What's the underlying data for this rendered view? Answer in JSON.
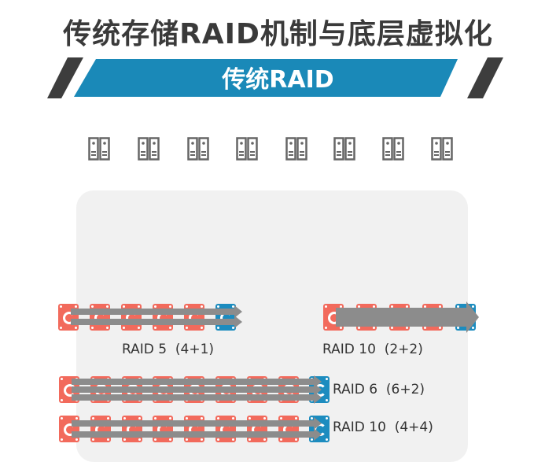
{
  "title": "传统存储RAID机制与底层虚拟化",
  "banner": "传统RAID",
  "colors": {
    "banner": "#1a89b8",
    "data_disk": "#f26a5c",
    "parity_disk": "#1c8cbf",
    "arrow": "#8c8c8c"
  },
  "servers": [
    "server-icon",
    "server-icon",
    "server-icon",
    "server-icon",
    "server-icon",
    "server-icon",
    "server-icon",
    "server-icon"
  ],
  "raid_groups": [
    {
      "label": "RAID 5  (4+1)",
      "data_disks": 5,
      "parity_disks": 1,
      "arrows": 2
    },
    {
      "label": "RAID 10  (2+2)",
      "data_disks": 4,
      "parity_disks": 1,
      "arrows": 1
    },
    {
      "label": "RAID 6  (6+2)",
      "data_disks": 8,
      "parity_disks": 1,
      "arrows": 3
    },
    {
      "label": "RAID 10  (4+4)",
      "data_disks": 8,
      "parity_disks": 1,
      "arrows": 2
    }
  ]
}
